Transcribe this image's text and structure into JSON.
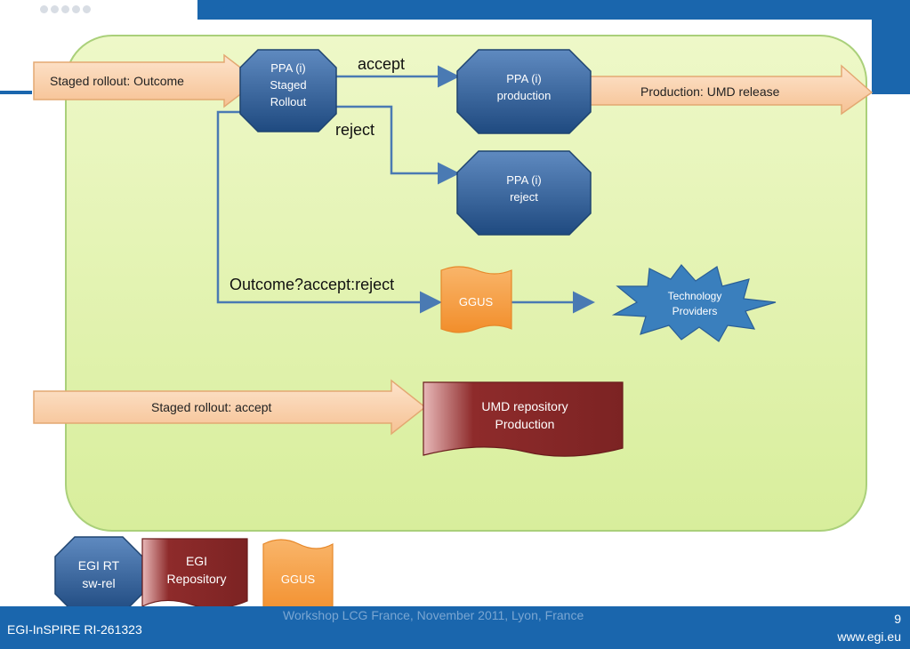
{
  "diagram": {
    "input_outcome": "Staged rollout: Outcome",
    "ppa_staged": [
      "PPA (i)",
      "Staged",
      "Rollout"
    ],
    "edge_accept": "accept",
    "edge_reject": "reject",
    "ppa_production": [
      "PPA (i)",
      "production"
    ],
    "output_production": "Production: UMD release",
    "ppa_reject": [
      "PPA (i)",
      "reject"
    ],
    "edge_outcome": "Outcome?accept:reject",
    "ggus_label": "GGUS",
    "tech_providers": [
      "Technology",
      "Providers"
    ],
    "input_accept": "Staged rollout: accept",
    "umd_repo": [
      "UMD repository",
      "Production"
    ]
  },
  "legend": {
    "egi_rt": [
      "EGI RT",
      "sw-rel"
    ],
    "egi_repo": [
      "EGI",
      "Repository"
    ],
    "ggus": "GGUS"
  },
  "footer": {
    "left": "EGI-InSPIRE RI-261323",
    "center": "Workshop LCG France, November 2011, Lyon, France",
    "page": "9",
    "url": "www.egi.eu"
  },
  "colors": {
    "brand_blue": "#1a66ad",
    "panel_green": "#e2f3b4",
    "node_blue": "#2c5a92",
    "arrow_orange": "#fbd3b0",
    "ggus_orange": "#f6a04c",
    "repo_red": "#8e2b2b"
  }
}
